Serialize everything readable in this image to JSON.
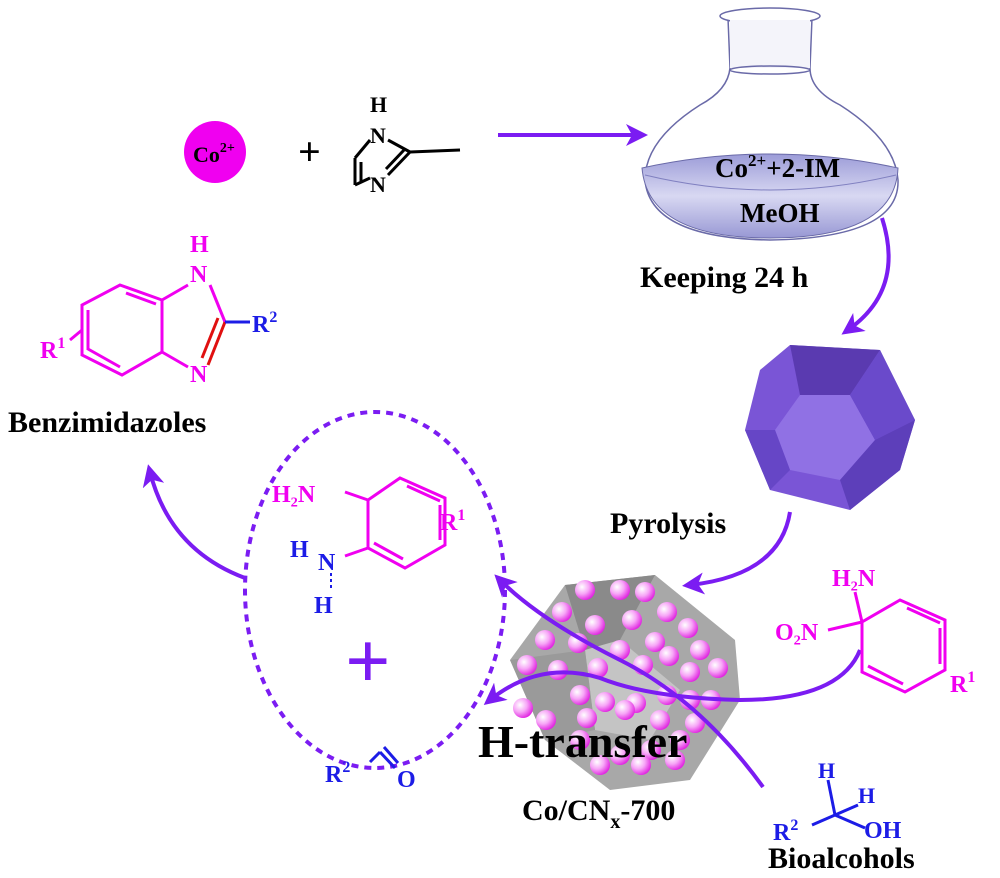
{
  "colors": {
    "arrow": "#7b1cf2",
    "magenta": "#f000f0",
    "blue": "#1c1ce6",
    "red": "#e01010",
    "zif": "#7a55d6",
    "catalyst": "#a8a8a8"
  },
  "reactants": {
    "cobalt": {
      "base": "Co",
      "sup": "2+"
    },
    "plus": "+",
    "imidazole": {
      "h": "H",
      "n1": "N",
      "n2": "N"
    }
  },
  "flask": {
    "line1_base": "Co",
    "line1_sup": "2+",
    "line1_rest": "+2-IM",
    "line2": "MeOH"
  },
  "step1": "Keeping  24 h",
  "step2": "Pyrolysis",
  "catalyst": {
    "label_main": "H-transfer",
    "name_base": "Co/CN",
    "name_sub": "x",
    "name_rest": "-700"
  },
  "nitroaniline": {
    "nh2": "H₂N",
    "no2": "O₂N",
    "r": "R",
    "r_sup": "1"
  },
  "bioalcohol": {
    "h1": "H",
    "h2": "H",
    "r": "R",
    "r_sup": "2",
    "oh": "OH",
    "label": "Bioalcohols"
  },
  "intermediates": {
    "nh2": "H₂N",
    "h_top": "H",
    "n": "N",
    "h_bottom": "H",
    "r1": "R",
    "r1_sup": "1",
    "plus": "+",
    "r2": "R",
    "r2_sup": "2",
    "o": "O"
  },
  "product": {
    "h": "H",
    "n1": "N",
    "n2": "N",
    "r1": "R",
    "r1_sup": "1",
    "r2": "R",
    "r2_sup": "2",
    "label": "Benzimidazoles"
  }
}
